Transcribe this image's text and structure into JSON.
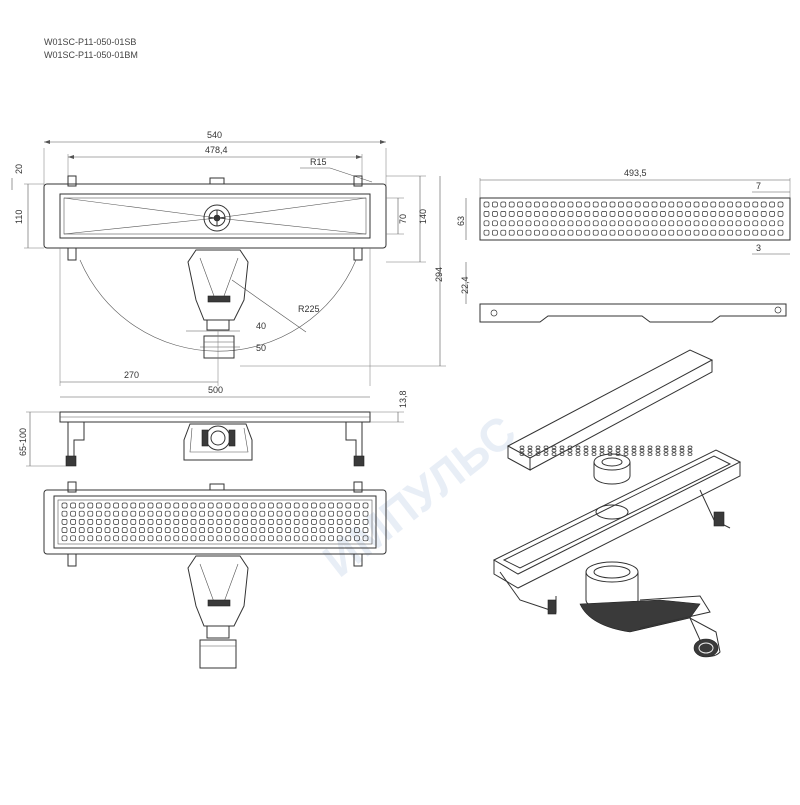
{
  "product_codes": [
    "W01SC-P11-050-01SB",
    "W01SC-P11-050-01BM"
  ],
  "dimensions": {
    "overall_length": "540",
    "inner_length": "478,4",
    "corner_radius": "R15",
    "flange_height": "20",
    "body_width": "110",
    "inner_width": "70",
    "outer_width": "140",
    "depth_total": "294",
    "swing_radius": "R225",
    "outlet_offset_1": "40",
    "outlet_offset_2": "50",
    "outlet_position": "270",
    "channel_length": "500",
    "flange_thickness": "13,8",
    "height_range": "65-100",
    "grate_length": "493,5",
    "grate_edge": "7",
    "grate_height": "63",
    "grate_gap": "3",
    "grate_profile": "22,4"
  },
  "watermark": "ИМПУЛЬС",
  "colors": {
    "line": "#333333",
    "dimension": "#555555",
    "fill": "#3a3a3a",
    "watermark": "#dfe7f3"
  }
}
